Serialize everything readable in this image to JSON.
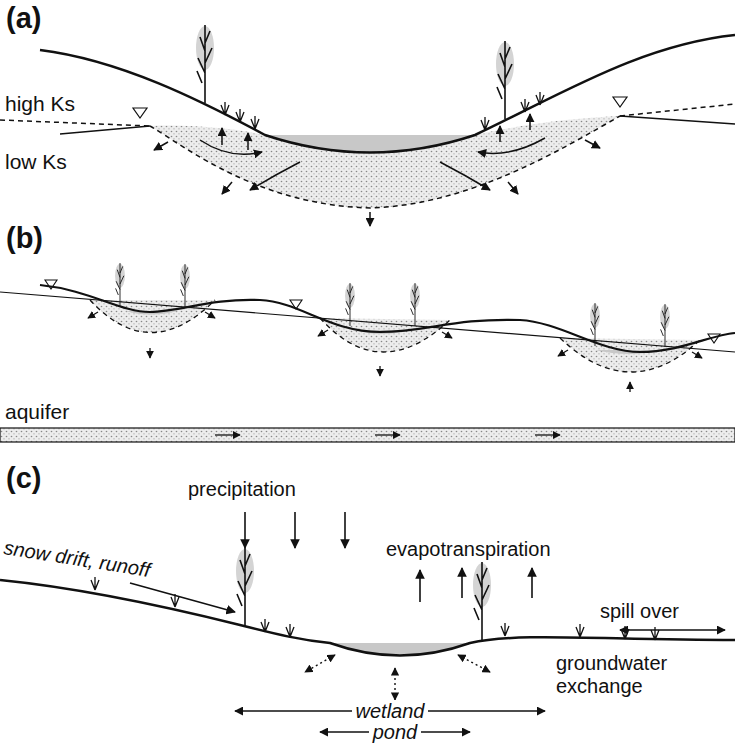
{
  "diagram": {
    "labels": [
      "(a)",
      "high Ks",
      "low Ks",
      "(b)",
      "aquifer",
      "(c)",
      "precipitation",
      "snow drift, runoff",
      "evapotranspiration",
      "spill over",
      "groundwater exchange",
      "wetland",
      "pond"
    ]
  }
}
